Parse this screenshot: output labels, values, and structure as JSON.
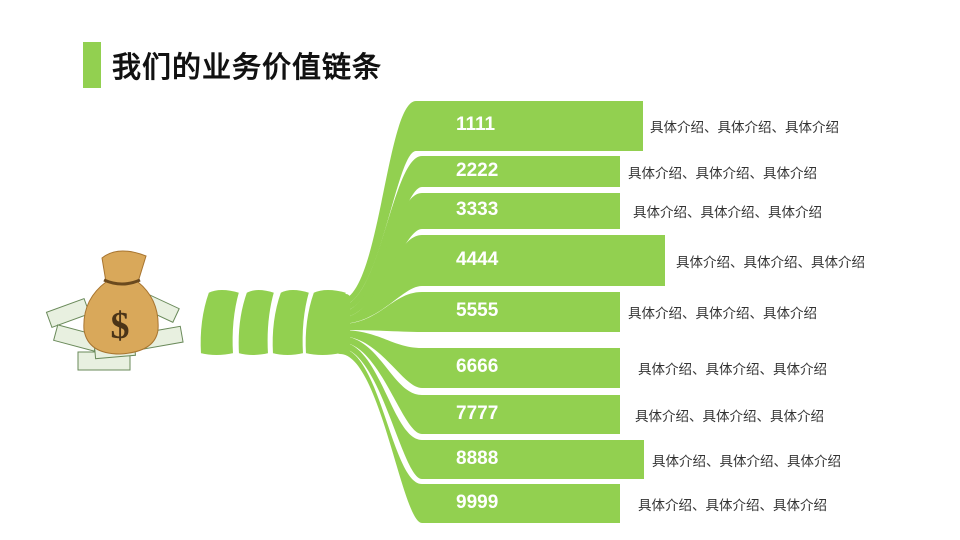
{
  "title": "我们的业务价值链条",
  "accent_color": "#92d050",
  "branches": [
    {
      "label": "1111",
      "description": "具体介绍、具体介绍、具体介绍"
    },
    {
      "label": "2222",
      "description": "具体介绍、具体介绍、具体介绍"
    },
    {
      "label": "3333",
      "description": "具体介绍、具体介绍、具体介绍"
    },
    {
      "label": "4444",
      "description": "具体介绍、具体介绍、具体介绍"
    },
    {
      "label": "5555",
      "description": "具体介绍、具体介绍、具体介绍"
    },
    {
      "label": "6666",
      "description": "具体介绍、具体介绍、具体介绍"
    },
    {
      "label": "7777",
      "description": "具体介绍、具体介绍、具体介绍"
    },
    {
      "label": "8888",
      "description": "具体介绍、具体介绍、具体介绍"
    },
    {
      "label": "9999",
      "description": "具体介绍、具体介绍、具体介绍"
    }
  ]
}
